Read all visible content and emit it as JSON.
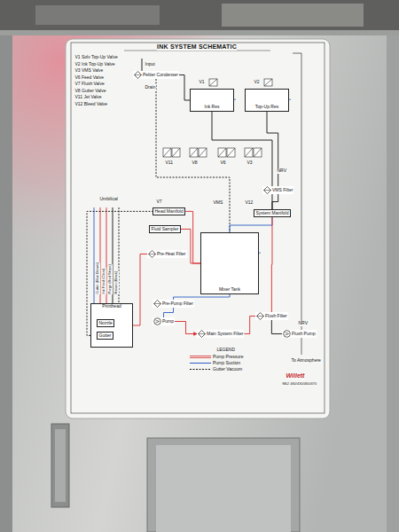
{
  "diagram": {
    "title": "INK SYSTEM SCHEMATIC",
    "nodes": [
      {
        "text": [
          "Peltier Condenser"
        ]
      },
      {
        "text": [
          "Ink Res"
        ]
      },
      {
        "text": [
          "Top-Up Res"
        ]
      },
      {
        "text": [
          "Head Manifold"
        ]
      },
      {
        "text": [
          "System Manifold"
        ]
      },
      {
        "text": [
          "Mixer Tank"
        ]
      },
      {
        "text": [
          "Fluid Sampler"
        ]
      },
      {
        "text": [
          "Pre-Heat Filter"
        ]
      },
      {
        "text": [
          "VMS Filter"
        ]
      },
      {
        "text": [
          "Pre-Pump Filter"
        ]
      },
      {
        "text": [
          "Pump"
        ]
      },
      {
        "text": [
          "Main System Filter"
        ]
      },
      {
        "text": [
          "Flush Filter"
        ]
      },
      {
        "text": [
          "Flush Pump"
        ]
      },
      {
        "text": [
          "Printhead"
        ]
      },
      {
        "text": [
          "Nozzle"
        ],
        "in": 14
      },
      {
        "text": [
          "Gutter"
        ],
        "in": 14
      }
    ],
    "edges": [
      {
        "from": 0,
        "to": 1,
        "arrow": "none"
      },
      {
        "from": 0,
        "to": 5,
        "arrow": "none"
      },
      {
        "from": 1,
        "to": 4,
        "arrow": "none"
      },
      {
        "from": 2,
        "to": 8,
        "arrow": "none"
      },
      {
        "from": 8,
        "to": 4,
        "arrow": "none"
      },
      {
        "from": 4,
        "to": 5,
        "arrow": "none"
      },
      {
        "from": 3,
        "to": 5,
        "arrow": "none"
      },
      {
        "from": 6,
        "to": 5,
        "arrow": "none"
      },
      {
        "from": 7,
        "to": 14,
        "arrow": "none"
      },
      {
        "from": 5,
        "to": 9,
        "arrow": "none"
      },
      {
        "from": 9,
        "to": 10,
        "arrow": "none"
      },
      {
        "from": 10,
        "to": 11,
        "arrow": "to"
      },
      {
        "from": 12,
        "to": 4,
        "arrow": "none"
      },
      {
        "from": 11,
        "to": 12,
        "arrow": "none"
      },
      {
        "from": 13,
        "to": 12,
        "arrow": "none"
      },
      {
        "from": 16,
        "to": 3,
        "arrow": "none"
      }
    ],
    "labels": [
      "Input",
      "Drain",
      "V1",
      "V2",
      "V1 Solv Top-Up Valve",
      "V2 Ink Top-Up Valve",
      "V3 VMS Valve",
      "V6 Feed Valve",
      "V7 Flush Valve",
      "V8 Gutter Valve",
      "V11 Jet Valve",
      "V12 Bleed Valve",
      "Umbilical",
      "Gutter (Blue Brown)",
      "Ink Feed (Clear)",
      "Purge (Red Stripe)",
      "Return (Black)",
      "V11",
      "V8",
      "V6",
      "V3",
      "NRV",
      "VMS",
      "V7",
      "V12",
      "To Atmosphere",
      "NRV",
      "LEGEND",
      "Willett",
      "Mk2 460/430/460/470"
    ],
    "legend": [
      {
        "text": "Pump Pressure"
      },
      {
        "text": "Pump Suction"
      },
      {
        "text": "Gutter Vacuum"
      }
    ]
  }
}
